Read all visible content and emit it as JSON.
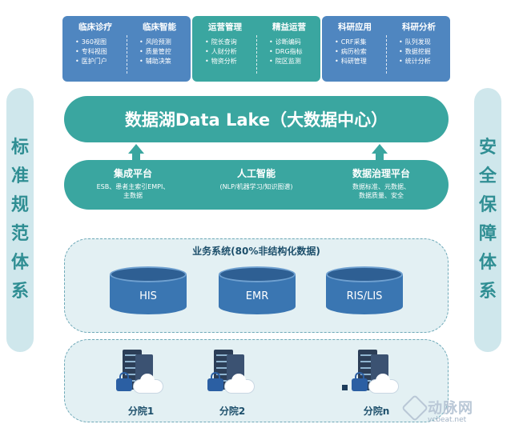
{
  "side_left": [
    "标",
    "准",
    "规",
    "范",
    "体",
    "系"
  ],
  "side_right": [
    "安",
    "全",
    "保",
    "障",
    "体",
    "系"
  ],
  "apps": [
    {
      "color": "#4f86c0",
      "cols": [
        {
          "title": "临床诊疗",
          "items": [
            "360视图",
            "专科视图",
            "医护门户"
          ]
        },
        {
          "title": "临床智能",
          "items": [
            "风险预测",
            "质量管控",
            "辅助决策"
          ]
        }
      ]
    },
    {
      "color": "#3aa6a0",
      "cols": [
        {
          "title": "运营管理",
          "items": [
            "院长查询",
            "人财分析",
            "物资分析"
          ]
        },
        {
          "title": "精益运营",
          "items": [
            "诊断编码",
            "DRG指标",
            "院区监测"
          ]
        }
      ]
    },
    {
      "color": "#4f86c0",
      "cols": [
        {
          "title": "科研应用",
          "items": [
            "CRF采集",
            "病历检索",
            "科研管理"
          ]
        },
        {
          "title": "科研分析",
          "items": [
            "队列发现",
            "数据挖掘",
            "统计分析"
          ]
        }
      ]
    }
  ],
  "data_lake": "数据湖Data Lake（大数据中心）",
  "platforms": [
    {
      "title": "集成平台",
      "desc": [
        "ESB、患者主索引EMPI、",
        "主数据"
      ]
    },
    {
      "title": "人工智能",
      "desc": [
        "(NLP/机器学习/知识图谱)"
      ]
    },
    {
      "title": "数据治理平台",
      "desc": [
        "数据标准、元数据、",
        "数据质量、安全"
      ]
    }
  ],
  "business": {
    "title": "业务系统(80%非结构化数据)",
    "systems": [
      "HIS",
      "EMR",
      "RIS/LIS"
    ]
  },
  "hospitals": [
    "分院1",
    "分院2",
    "分院n"
  ],
  "watermark": {
    "brand": "动脉网",
    "url": "vcbeat.net"
  }
}
